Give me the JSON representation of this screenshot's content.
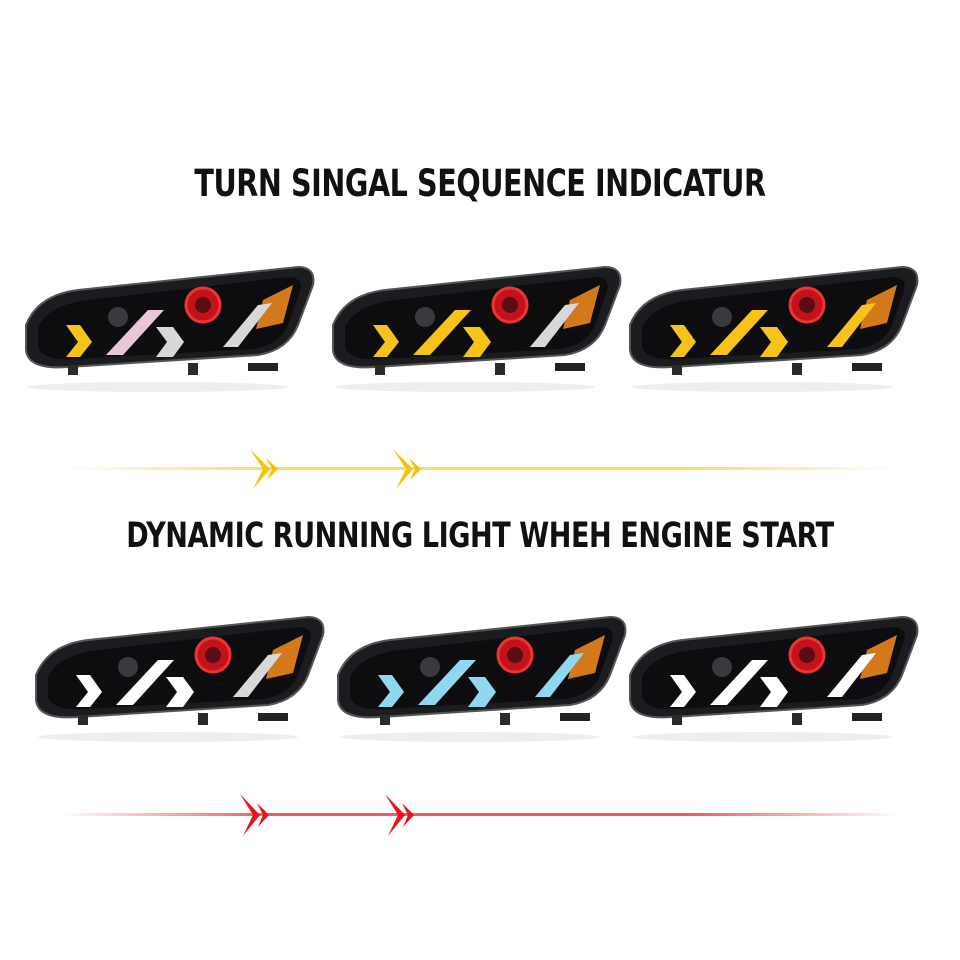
{
  "sections": [
    {
      "caption": "TURN SINGAL SEQUENCE INDICATUR",
      "arrow_color": "#F5C300",
      "lamps": [
        {
          "state": "turn-signal-step-1",
          "strip_colors": [
            "#F7C21A",
            "#e8c7d6",
            "#d8d8d8",
            "#d8d8d8"
          ]
        },
        {
          "state": "turn-signal-step-2",
          "strip_colors": [
            "#F7C21A",
            "#F7C21A",
            "#F7C21A",
            "#d8d8d8"
          ]
        },
        {
          "state": "turn-signal-step-3",
          "strip_colors": [
            "#F7C21A",
            "#F7C21A",
            "#F7C21A",
            "#F7C21A"
          ]
        }
      ]
    },
    {
      "caption": "DYNAMIC RUNNING LIGHT WHEH ENGINE START",
      "arrow_color": "#E8141A",
      "lamps": [
        {
          "state": "running-light-white",
          "strip_colors": [
            "#ffffff",
            "#ffffff",
            "#ffffff",
            "#d8d8d8"
          ]
        },
        {
          "state": "running-light-blue",
          "strip_colors": [
            "#8fd8f0",
            "#8fd8f0",
            "#8fd8f0",
            "#8fd8f0"
          ]
        },
        {
          "state": "running-light-white-full",
          "strip_colors": [
            "#ffffff",
            "#ffffff",
            "#ffffff",
            "#ffffff"
          ]
        }
      ]
    }
  ]
}
